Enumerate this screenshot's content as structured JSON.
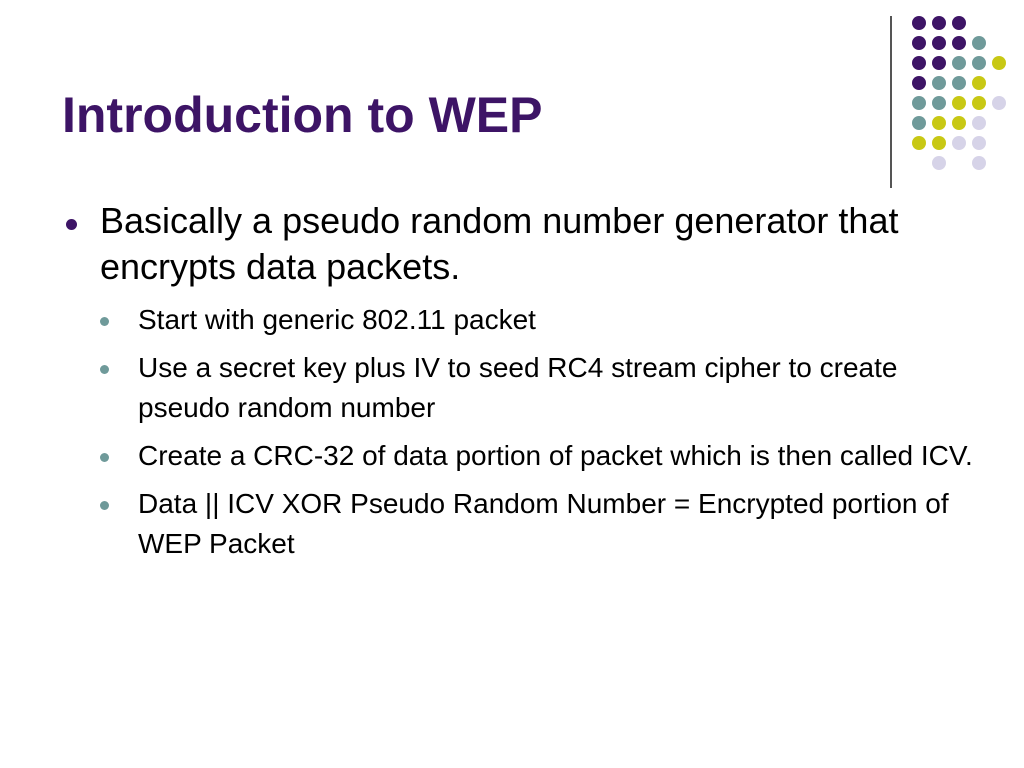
{
  "slide": {
    "title": "Introduction to WEP",
    "bullets": [
      {
        "text": "Basically a pseudo random number generator that encrypts data packets.",
        "sub": [
          "Start with generic 802.11 packet",
          "Use a secret key plus IV to seed RC4 stream cipher to create pseudo random number",
          "Create a CRC-32 of data portion of packet which is then called ICV.",
          "Data || ICV XOR Pseudo Random Number = Encrypted portion of WEP Packet"
        ]
      }
    ]
  },
  "colors": {
    "title": "#3d1466",
    "bullet_l1": "#3d1466",
    "bullet_l2": "#6f9a9a",
    "divider": "#555555",
    "dot_purple": "#3d1466",
    "dot_teal": "#6f9a9a",
    "dot_yellow": "#c8c814",
    "dot_lavender": "#d6d3e8"
  },
  "decoration": {
    "dot_grid_rows": [
      [
        "purple",
        "purple",
        "purple",
        "",
        ""
      ],
      [
        "purple",
        "purple",
        "purple",
        "teal",
        ""
      ],
      [
        "purple",
        "purple",
        "teal",
        "teal",
        "yellow"
      ],
      [
        "purple",
        "teal",
        "teal",
        "yellow",
        ""
      ],
      [
        "teal",
        "teal",
        "yellow",
        "yellow",
        "lavender"
      ],
      [
        "teal",
        "yellow",
        "yellow",
        "lavender",
        ""
      ],
      [
        "yellow",
        "yellow",
        "lavender",
        "lavender",
        ""
      ],
      [
        "",
        "lavender",
        "",
        "lavender",
        ""
      ]
    ]
  }
}
